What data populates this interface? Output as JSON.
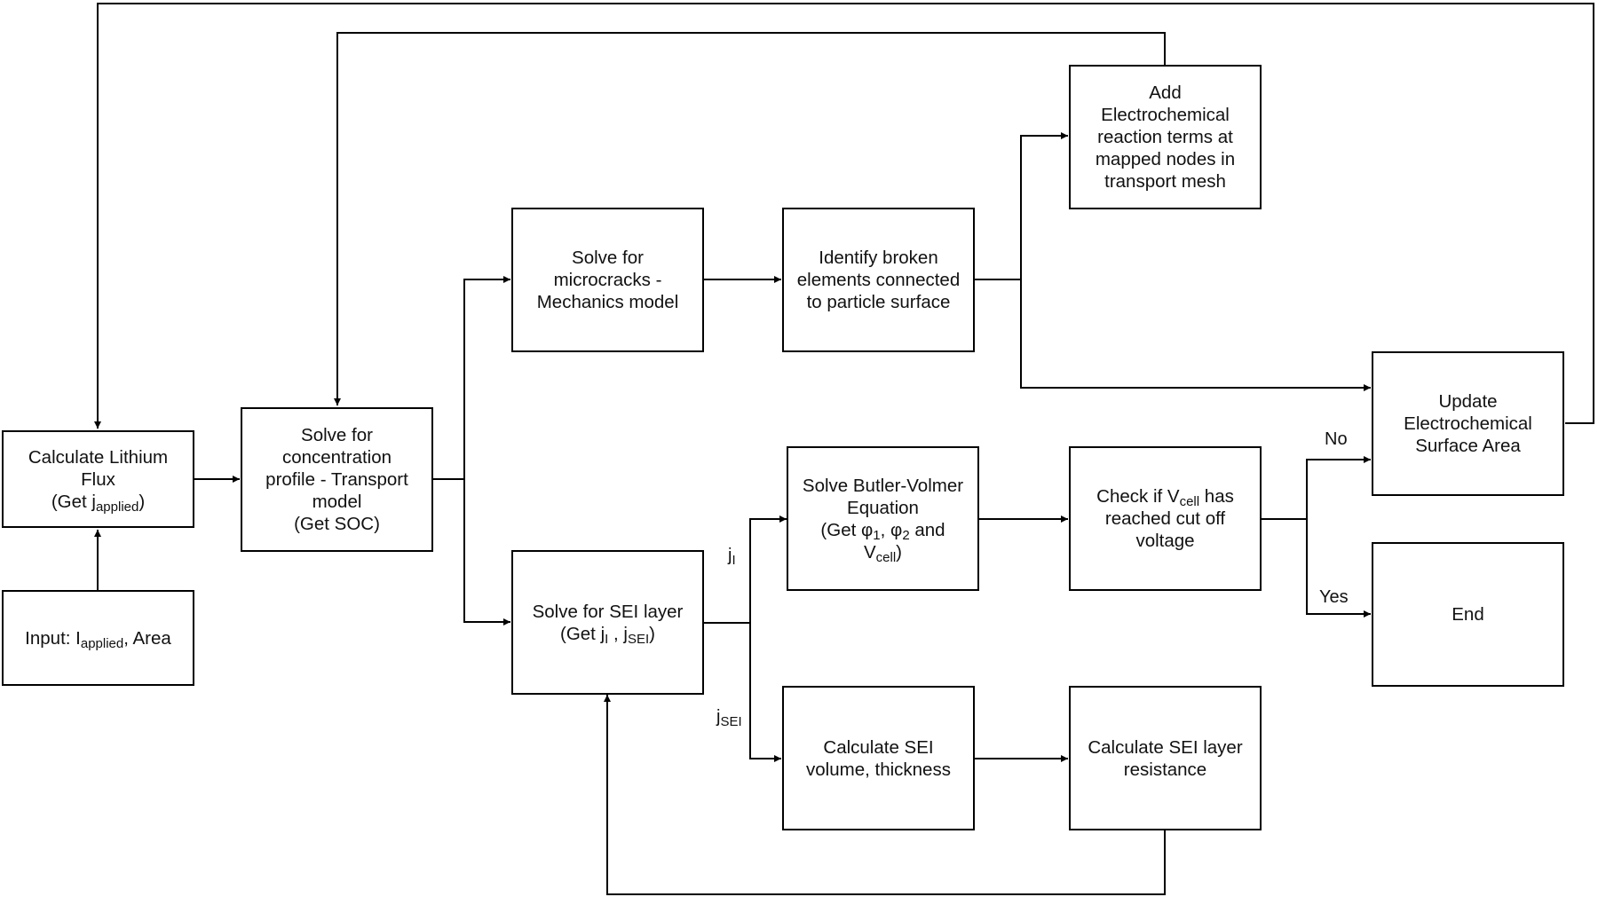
{
  "nodes": {
    "input": {
      "text": "Input: I",
      "sub": "applied",
      "after": ", Area"
    },
    "calc_flux": {
      "line1": "Calculate Lithium",
      "line2": "Flux",
      "line3_pre": "(Get j",
      "line3_sub": "applied",
      "line3_post": ")"
    },
    "transport": {
      "line1": "Solve for",
      "line2": "concentration",
      "line3": "profile - Transport",
      "line4": "model",
      "line5": "(Get SOC)"
    },
    "mechanics": {
      "line1": "Solve for",
      "line2": "microcracks -",
      "line3": "Mechanics model"
    },
    "broken": {
      "line1": "Identify broken",
      "line2": "elements connected",
      "line3": "to particle surface"
    },
    "add_reaction": {
      "line1": "Add",
      "line2": "Electrochemical",
      "line3": "reaction terms at",
      "line4": "mapped nodes in",
      "line5": "transport mesh"
    },
    "update_area": {
      "line1": "Update",
      "line2": "Electrochemical",
      "line3": "Surface Area"
    },
    "sei_layer": {
      "line1": "Solve for SEI layer",
      "line2_pre": "(Get j",
      "line2_sub1": "I",
      "line2_mid": " , j",
      "line2_sub2": "SEI",
      "line2_post": ")"
    },
    "butler": {
      "line1": "Solve Butler-Volmer",
      "line2": "Equation",
      "line3_pre": "(Get φ",
      "line3_sub1": "1",
      "line3_mid": ", φ",
      "line3_sub2": "2",
      "line3_post": " and",
      "line4_pre": "V",
      "line4_sub": "cell",
      "line4_post": ")"
    },
    "check": {
      "line1_pre": "Check if V",
      "line1_sub": "cell",
      "line1_post": " has",
      "line2": "reached cut off",
      "line3": "voltage"
    },
    "end": {
      "text": "End"
    },
    "sei_volume": {
      "line1": "Calculate SEI",
      "line2": "volume, thickness"
    },
    "sei_resistance": {
      "line1": "Calculate SEI layer",
      "line2": "resistance"
    }
  },
  "labels": {
    "no": "No",
    "yes": "Yes",
    "jI_main": "j",
    "jI_sub": "I",
    "jSEI_main": "j",
    "jSEI_sub": "SEI"
  }
}
